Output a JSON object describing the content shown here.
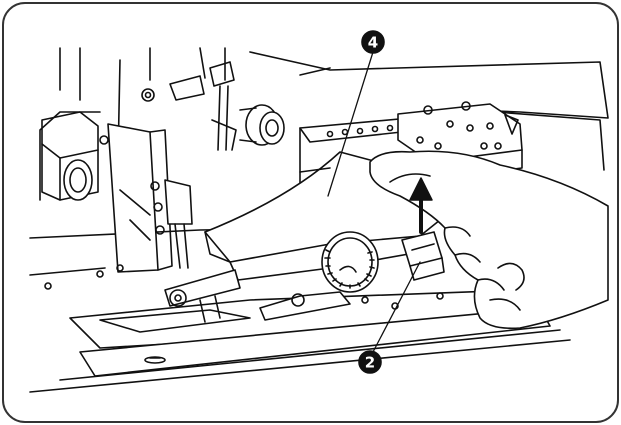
{
  "callouts": [
    {
      "label": "4",
      "target": "presser-cover"
    },
    {
      "label": "2",
      "target": "lever-knob"
    }
  ],
  "arrow": {
    "direction": "up"
  },
  "colors": {
    "ink": "#111111",
    "paper": "#ffffff",
    "frame": "#333333"
  }
}
